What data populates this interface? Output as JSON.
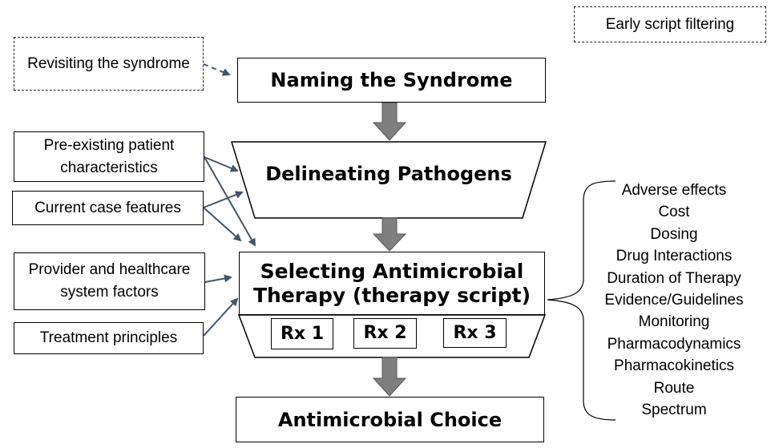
{
  "legend": {
    "label": "Early script filtering"
  },
  "side_boxes": {
    "revisiting": "Revisiting the syndrome",
    "preexisting": "Pre-existing patient characteristics",
    "current": "Current case features",
    "provider": "Provider and healthcare system factors",
    "principles": "Treatment principles"
  },
  "steps": {
    "naming": "Naming the Syndrome",
    "delineating": "Delineating Pathogens",
    "selecting": "Selecting Antimicrobial Therapy (therapy script)",
    "choice": "Antimicrobial Choice"
  },
  "rx": [
    "Rx 1",
    "Rx 2",
    "Rx 3"
  ],
  "considerations": [
    "Adverse effects",
    "Cost",
    "Dosing",
    "Drug Interactions",
    "Duration of Therapy",
    "Evidence/Guidelines",
    "Monitoring",
    "Pharmacodynamics",
    "Pharmacokinetics",
    "Route",
    "Spectrum"
  ],
  "colors": {
    "flow_arrow": "#7f7f7f",
    "connector": "#44546a"
  }
}
